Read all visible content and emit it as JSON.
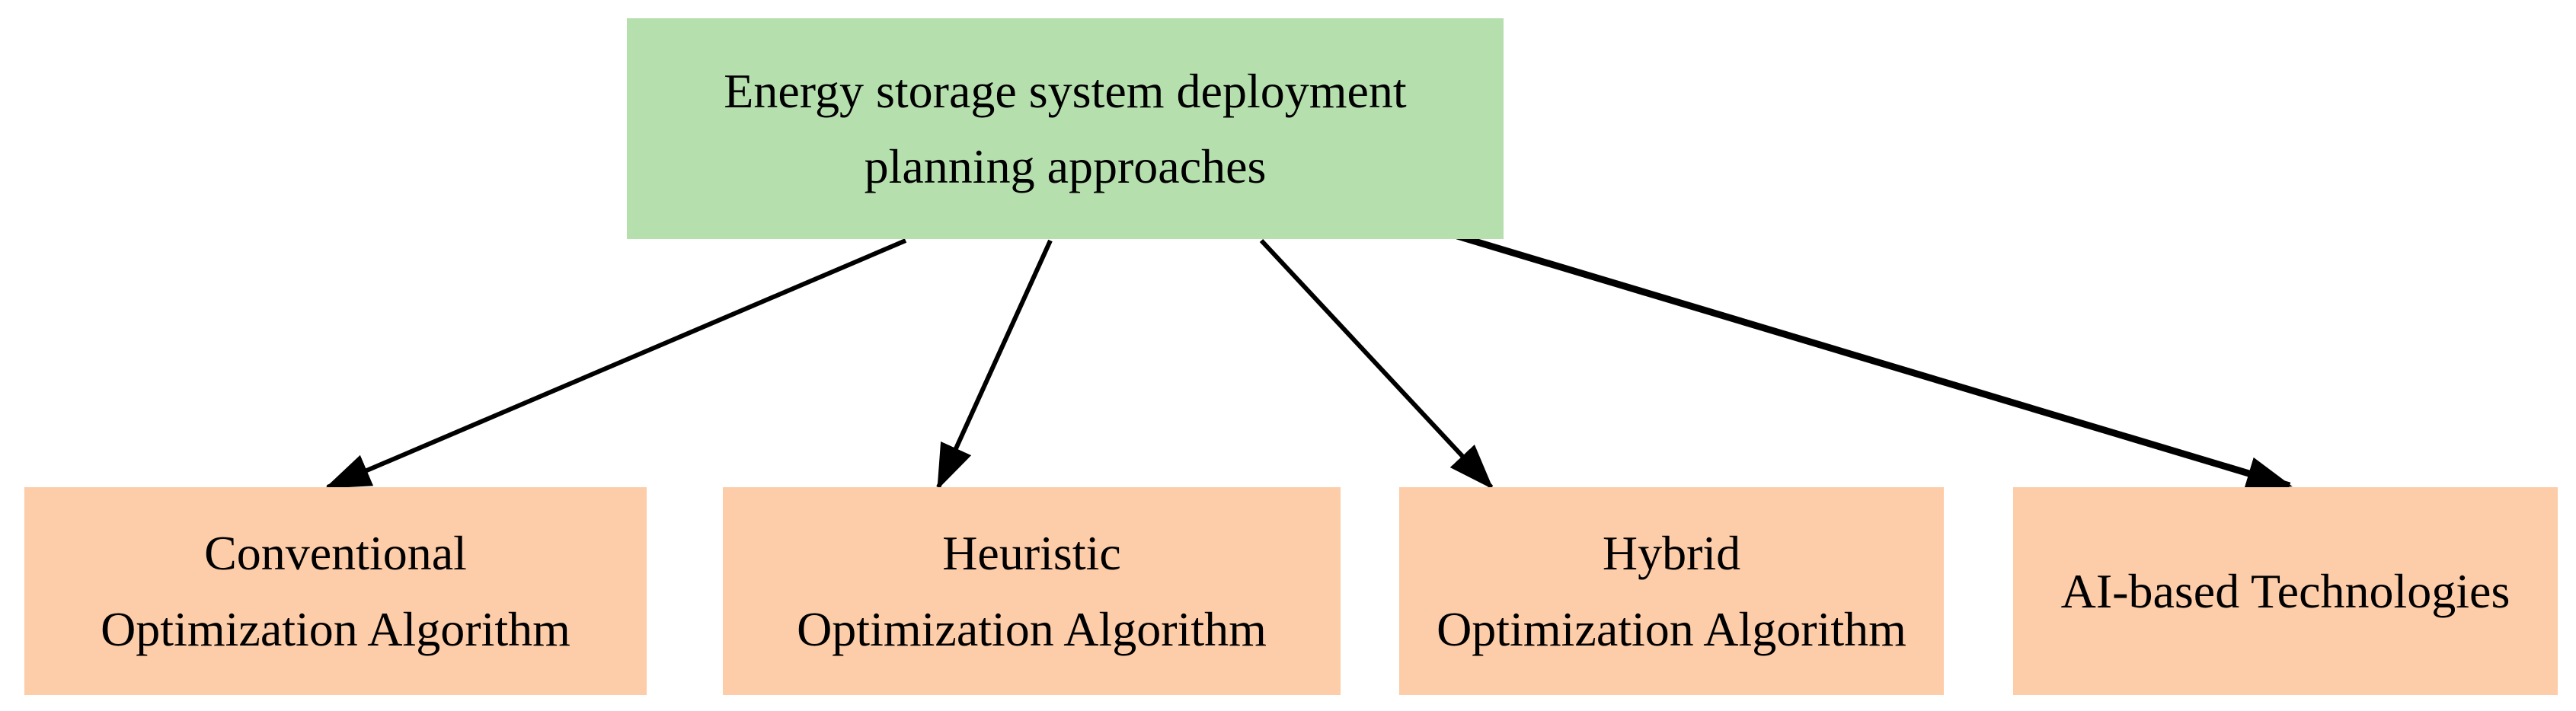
{
  "diagram": {
    "type": "flowchart",
    "colors": {
      "root_fill": "#b6dfae",
      "child_fill": "#fdcca8",
      "arrow": "#000000",
      "text": "#000000",
      "background": "#ffffff"
    },
    "root": {
      "id": "root",
      "label": "Energy storage system deployment\nplanning approaches"
    },
    "children": [
      {
        "id": "conventional",
        "label": "Conventional\nOptimization Algorithm"
      },
      {
        "id": "heuristic",
        "label": "Heuristic\nOptimization Algorithm"
      },
      {
        "id": "hybrid",
        "label": "Hybrid\nOptimization Algorithm"
      },
      {
        "id": "ai",
        "label": "AI-based Technologies"
      }
    ],
    "edges": [
      {
        "from": "root",
        "to": "conventional"
      },
      {
        "from": "root",
        "to": "heuristic"
      },
      {
        "from": "root",
        "to": "hybrid"
      },
      {
        "from": "root",
        "to": "ai"
      }
    ]
  }
}
